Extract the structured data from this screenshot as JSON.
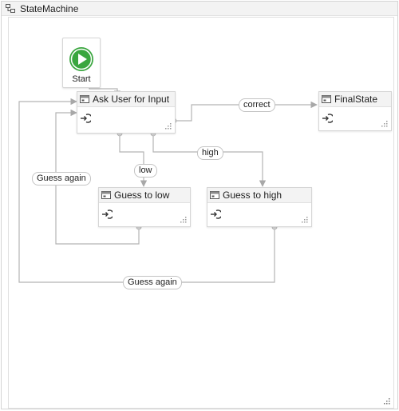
{
  "window": {
    "title": "StateMachine",
    "icon": "state-machine-icon"
  },
  "start": {
    "label": "Start",
    "icon": "play-icon"
  },
  "states": {
    "ask": {
      "title": "Ask User for Input"
    },
    "final": {
      "title": "FinalState"
    },
    "low": {
      "title": "Guess to low"
    },
    "high": {
      "title": "Guess to high"
    }
  },
  "transitions": {
    "correct": "correct",
    "low": "low",
    "high": "high",
    "guess_again_left": "Guess again",
    "guess_again_bottom": "Guess again"
  },
  "colors": {
    "start_green": "#3aa63f",
    "wire": "#b4b4b4",
    "header": "#f3f3f3",
    "border": "#d6d6d6"
  }
}
